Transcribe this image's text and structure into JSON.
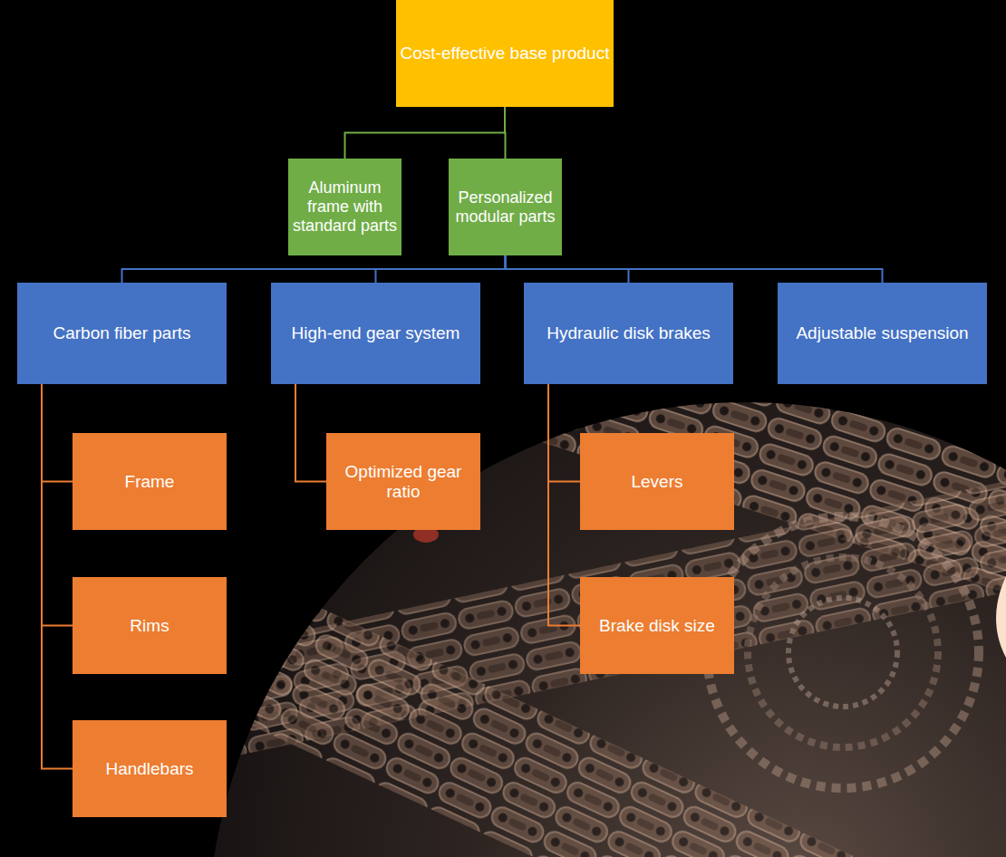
{
  "diagram": {
    "nodes": [
      {
        "text": [
          "Cost-effective base product"
        ]
      },
      {
        "text": [
          "Aluminum frame with standard parts"
        ]
      },
      {
        "text": [
          "Personalized modular parts"
        ]
      },
      {
        "text": [
          "Carbon fiber parts"
        ]
      },
      {
        "text": [
          "High-end gear system"
        ]
      },
      {
        "text": [
          "Hydraulic disk brakes"
        ]
      },
      {
        "text": [
          "Adjustable suspension"
        ]
      },
      {
        "text": [
          "Frame"
        ]
      },
      {
        "text": [
          "Rims"
        ]
      },
      {
        "text": [
          "Handlebars"
        ]
      },
      {
        "text": [
          "Optimized gear ratio"
        ]
      },
      {
        "text": [
          "Levers"
        ]
      },
      {
        "text": [
          "Brake disk size"
        ]
      }
    ],
    "edges": [
      {
        "from": 0,
        "to": 1,
        "arrow": "none"
      },
      {
        "from": 0,
        "to": 2,
        "arrow": "none"
      },
      {
        "from": 2,
        "to": 3,
        "arrow": "none"
      },
      {
        "from": 2,
        "to": 4,
        "arrow": "none"
      },
      {
        "from": 2,
        "to": 5,
        "arrow": "none"
      },
      {
        "from": 2,
        "to": 6,
        "arrow": "none"
      },
      {
        "from": 3,
        "to": 7,
        "arrow": "none"
      },
      {
        "from": 3,
        "to": 8,
        "arrow": "none"
      },
      {
        "from": 3,
        "to": 9,
        "arrow": "none"
      },
      {
        "from": 4,
        "to": 10,
        "arrow": "none"
      },
      {
        "from": 5,
        "to": 11,
        "arrow": "none"
      },
      {
        "from": 5,
        "to": 12,
        "arrow": "none"
      }
    ]
  }
}
